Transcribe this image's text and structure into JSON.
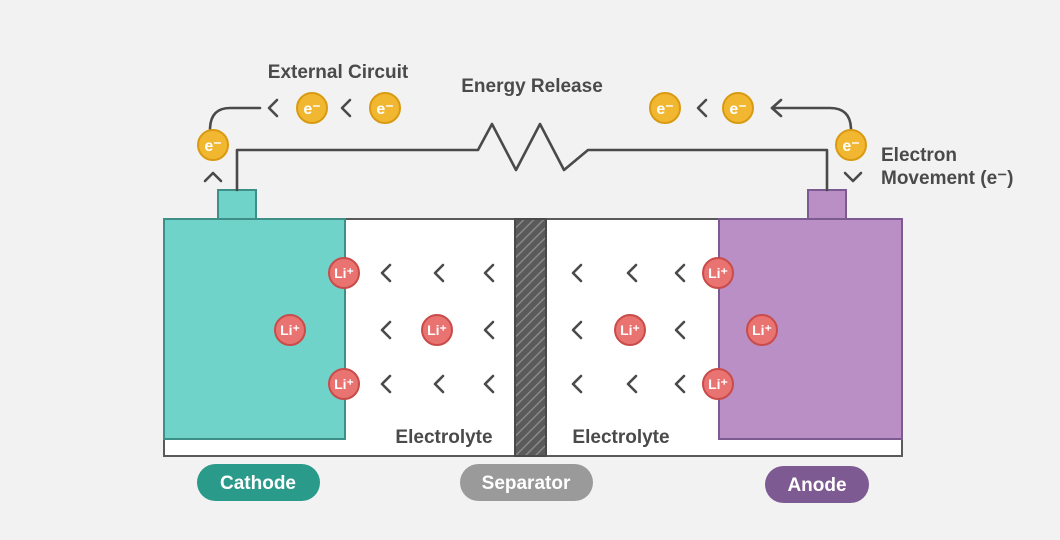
{
  "labels": {
    "external_circuit": "External Circuit",
    "energy_release": "Energy Release",
    "electron_movement_line1": "Electron",
    "electron_movement_line2": "Movement (e⁻)",
    "electrolyte_left": "Electrolyte",
    "electrolyte_right": "Electrolyte"
  },
  "components": {
    "cathode": "Cathode",
    "separator": "Separator",
    "anode": "Anode"
  },
  "symbols": {
    "electron": "e⁻",
    "lithium_ion": "Li⁺"
  },
  "colors": {
    "cathode": "#6fd3ca",
    "cathode_badge": "#2a9a8b",
    "anode": "#b98fc5",
    "anode_badge": "#7e5a93",
    "separator_badge": "#9a9a9a",
    "electron": "#f2b731",
    "lithium_ion": "#e87371",
    "wire": "#4a4a4a",
    "background": "#f2f2f2"
  }
}
